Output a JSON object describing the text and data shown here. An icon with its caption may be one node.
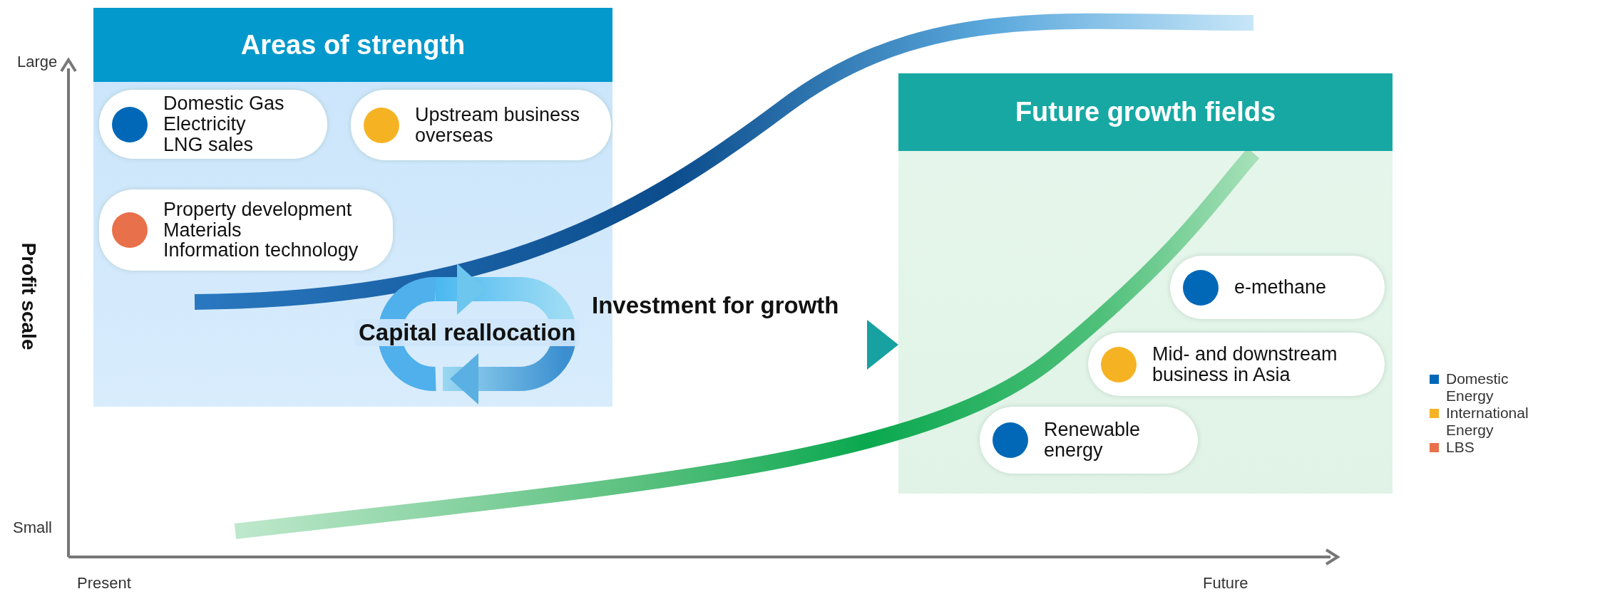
{
  "diagram": {
    "nodes": [
      {
        "text": [
          "Areas of strength"
        ]
      },
      {
        "text": [
          "Domestic Gas",
          "Electricity",
          "LNG sales"
        ],
        "in": 0
      },
      {
        "text": [
          "Upstream business overseas"
        ],
        "in": 0
      },
      {
        "text": [
          "Property development",
          "Materials",
          "Information technology"
        ],
        "in": 0
      },
      {
        "text": [
          "Capital reallocation"
        ],
        "in": 0
      },
      {
        "text": [
          "Future growth fields"
        ]
      },
      {
        "text": [
          "e-methane"
        ],
        "in": 5
      },
      {
        "text": [
          "Mid- and downstream business in Asia"
        ],
        "in": 5
      },
      {
        "text": [
          "Renewable energy"
        ],
        "in": 5
      }
    ],
    "edges": [
      {
        "from": 4,
        "to": 5,
        "arrow": "to",
        "label": "Investment for growth"
      }
    ],
    "labels": [
      "Large",
      "Profit scale",
      "Small",
      "Present",
      "Future"
    ],
    "legend": [
      {
        "text": "Domestic Energy",
        "color": "#0068b7"
      },
      {
        "text": "International Energy",
        "color": "#f5b324"
      },
      {
        "text": "LBS",
        "color": "#e8704a"
      }
    ]
  }
}
